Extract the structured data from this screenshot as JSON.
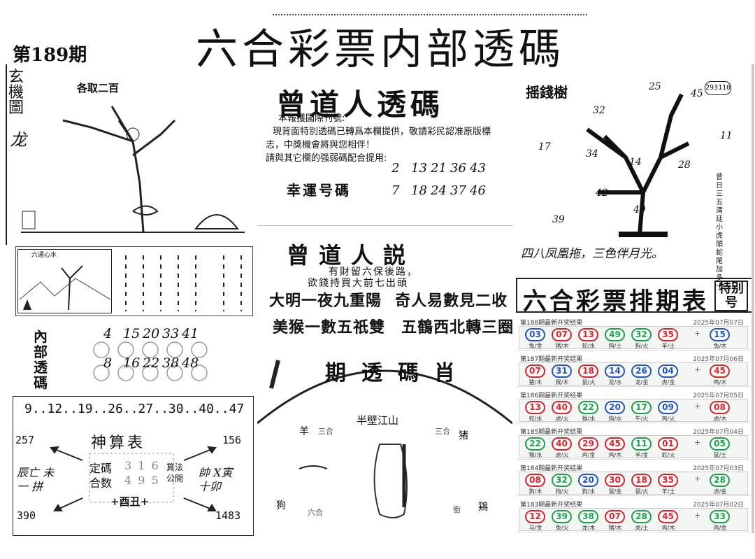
{
  "header": {
    "issue": "第189期",
    "title": "六合彩票内部透碼"
  },
  "panel_xuanji": {
    "title": "玄機圖",
    "caption": "各取二百",
    "glyph": "龙"
  },
  "panel_zengdao": {
    "title": "曾道人透碼",
    "notice": [
      "本報獲國際刊號:",
      "現背面特別透碼已轉爲本欄提供，敬請彩民認准原版標",
      "志，中獎機會將與您相伴！",
      "請與其它欄的强弱碼配合提用:"
    ],
    "label": "幸運号碼",
    "row1": [
      "2",
      "13",
      "21",
      "36",
      "43"
    ],
    "row2": [
      "7",
      "18",
      "24",
      "37",
      "46"
    ]
  },
  "panel_yaoqian": {
    "title": "摇錢樹",
    "code": "293110",
    "numbers": [
      "25",
      "45",
      "32",
      "11",
      "17",
      "34",
      "14",
      "28",
      "42",
      "39",
      "49"
    ],
    "side": "昔日三五清廷小 虎頭蛇尾加多一",
    "bottom": "四八凤凰拖，三色伴月光。"
  },
  "panel_liutong": {
    "label": "六通心水"
  },
  "panel_zengdao_says": {
    "title": "曾道人説",
    "line1": "有財留六保後路，",
    "line2": "欲錢持買大前七出頭",
    "quote1a": "大明一夜九重陽",
    "quote1b": "奇人易數見二收",
    "quote2a": "美猴一數五祇雙",
    "quote2b": "五鶴西北轉三圈"
  },
  "panel_neibu": {
    "title": "內部透碼",
    "row1": [
      "4",
      "15",
      "20",
      "33",
      "41"
    ],
    "row2": [
      "8",
      "16",
      "22",
      "38",
      "48"
    ]
  },
  "panel_shensuan": {
    "top": "9..12..19..26..27..30..40..47",
    "title": "神算表",
    "left_top": "257",
    "right_top": "156",
    "left_bottom": "390",
    "right_bottom": "1483",
    "dingma_label": "定碼",
    "dingma_value": "3 1 6",
    "heshu_label": "合数",
    "heshu_value": "4 9 5",
    "suanfa": "算法 公開",
    "bottom": "+酉丑+",
    "left_side": "辰亡 未一 拼",
    "right_side": "帥 X寅 十卯"
  },
  "panel_qi": {
    "title": "期透碼肖",
    "poem": "半壁江山",
    "left_tag": "羊",
    "right_tag": "猪",
    "sanhe": "三合",
    "liuhe": "六合",
    "bottom_left": "狗",
    "bottom_right": "鶏",
    "chong": "衝"
  },
  "schedule": {
    "title": "六合彩票排期表",
    "badge": "特别号",
    "results": [
      {
        "head": "第188期最新开奖结果",
        "date": "2025年07月07日",
        "balls": [
          {
            "n": "03",
            "c": "blue"
          },
          {
            "n": "07",
            "c": "red"
          },
          {
            "n": "13",
            "c": "red"
          },
          {
            "n": "49",
            "c": "green"
          },
          {
            "n": "32",
            "c": "green"
          },
          {
            "n": "35",
            "c": "red"
          }
        ],
        "special": {
          "n": "15",
          "c": "blue"
        },
        "zodiac": [
          "兔/金",
          "猪/木",
          "蛇/水",
          "狗/土",
          "狗/火",
          "羊/土",
          "兔/木"
        ]
      },
      {
        "head": "第187期最新开奖结果",
        "date": "2025年07月06日",
        "balls": [
          {
            "n": "07",
            "c": "red"
          },
          {
            "n": "31",
            "c": "blue"
          },
          {
            "n": "18",
            "c": "red"
          },
          {
            "n": "14",
            "c": "blue"
          },
          {
            "n": "26",
            "c": "blue"
          },
          {
            "n": "04",
            "c": "blue"
          }
        ],
        "special": {
          "n": "45",
          "c": "red"
        },
        "zodiac": [
          "猪/木",
          "猴/木",
          "鼠/火",
          "龙/水",
          "龙/金",
          "虎/金",
          "鸡/木"
        ]
      },
      {
        "head": "第186期最新开奖结果",
        "date": "2025年07月05日",
        "balls": [
          {
            "n": "13",
            "c": "red"
          },
          {
            "n": "40",
            "c": "red"
          },
          {
            "n": "22",
            "c": "green"
          },
          {
            "n": "20",
            "c": "blue"
          },
          {
            "n": "17",
            "c": "green"
          },
          {
            "n": "09",
            "c": "blue"
          }
        ],
        "special": {
          "n": "08",
          "c": "red"
        },
        "zodiac": [
          "蛇/水",
          "虎/火",
          "猴/水",
          "狗/水",
          "牛/火",
          "鸡/火",
          "虎/木"
        ]
      },
      {
        "head": "第185期最新开奖结果",
        "date": "2025年07月04日",
        "balls": [
          {
            "n": "22",
            "c": "green"
          },
          {
            "n": "40",
            "c": "red"
          },
          {
            "n": "29",
            "c": "red"
          },
          {
            "n": "45",
            "c": "red"
          },
          {
            "n": "11",
            "c": "green"
          },
          {
            "n": "01",
            "c": "red"
          }
        ],
        "special": {
          "n": "05",
          "c": "green"
        },
        "zodiac": [
          "猴/水",
          "虎/火",
          "鸡/金",
          "鸡/木",
          "羊/金",
          "蛇/火",
          "鼠/土"
        ]
      },
      {
        "head": "第184期最新开奖结果",
        "date": "2025年07月03日",
        "balls": [
          {
            "n": "08",
            "c": "red"
          },
          {
            "n": "32",
            "c": "green"
          },
          {
            "n": "20",
            "c": "blue"
          },
          {
            "n": "30",
            "c": "red"
          },
          {
            "n": "18",
            "c": "red"
          },
          {
            "n": "35",
            "c": "red"
          }
        ],
        "special": {
          "n": "28",
          "c": "green"
        },
        "zodiac": [
          "狗/木",
          "狗/火",
          "狗/水",
          "鼠/金",
          "鼠/火",
          "羊/土",
          "虎/金"
        ]
      },
      {
        "head": "第183期最新开奖结果",
        "date": "2025年07月02日",
        "balls": [
          {
            "n": "12",
            "c": "red"
          },
          {
            "n": "39",
            "c": "green"
          },
          {
            "n": "38",
            "c": "green"
          },
          {
            "n": "07",
            "c": "red"
          },
          {
            "n": "28",
            "c": "green"
          },
          {
            "n": "45",
            "c": "red"
          }
        ],
        "special": {
          "n": "33",
          "c": "green"
        },
        "zodiac": [
          "马/金",
          "兔/火",
          "龙/木",
          "猪/木",
          "虎/土",
          "鸡/木",
          "鸡/金"
        ]
      }
    ]
  }
}
